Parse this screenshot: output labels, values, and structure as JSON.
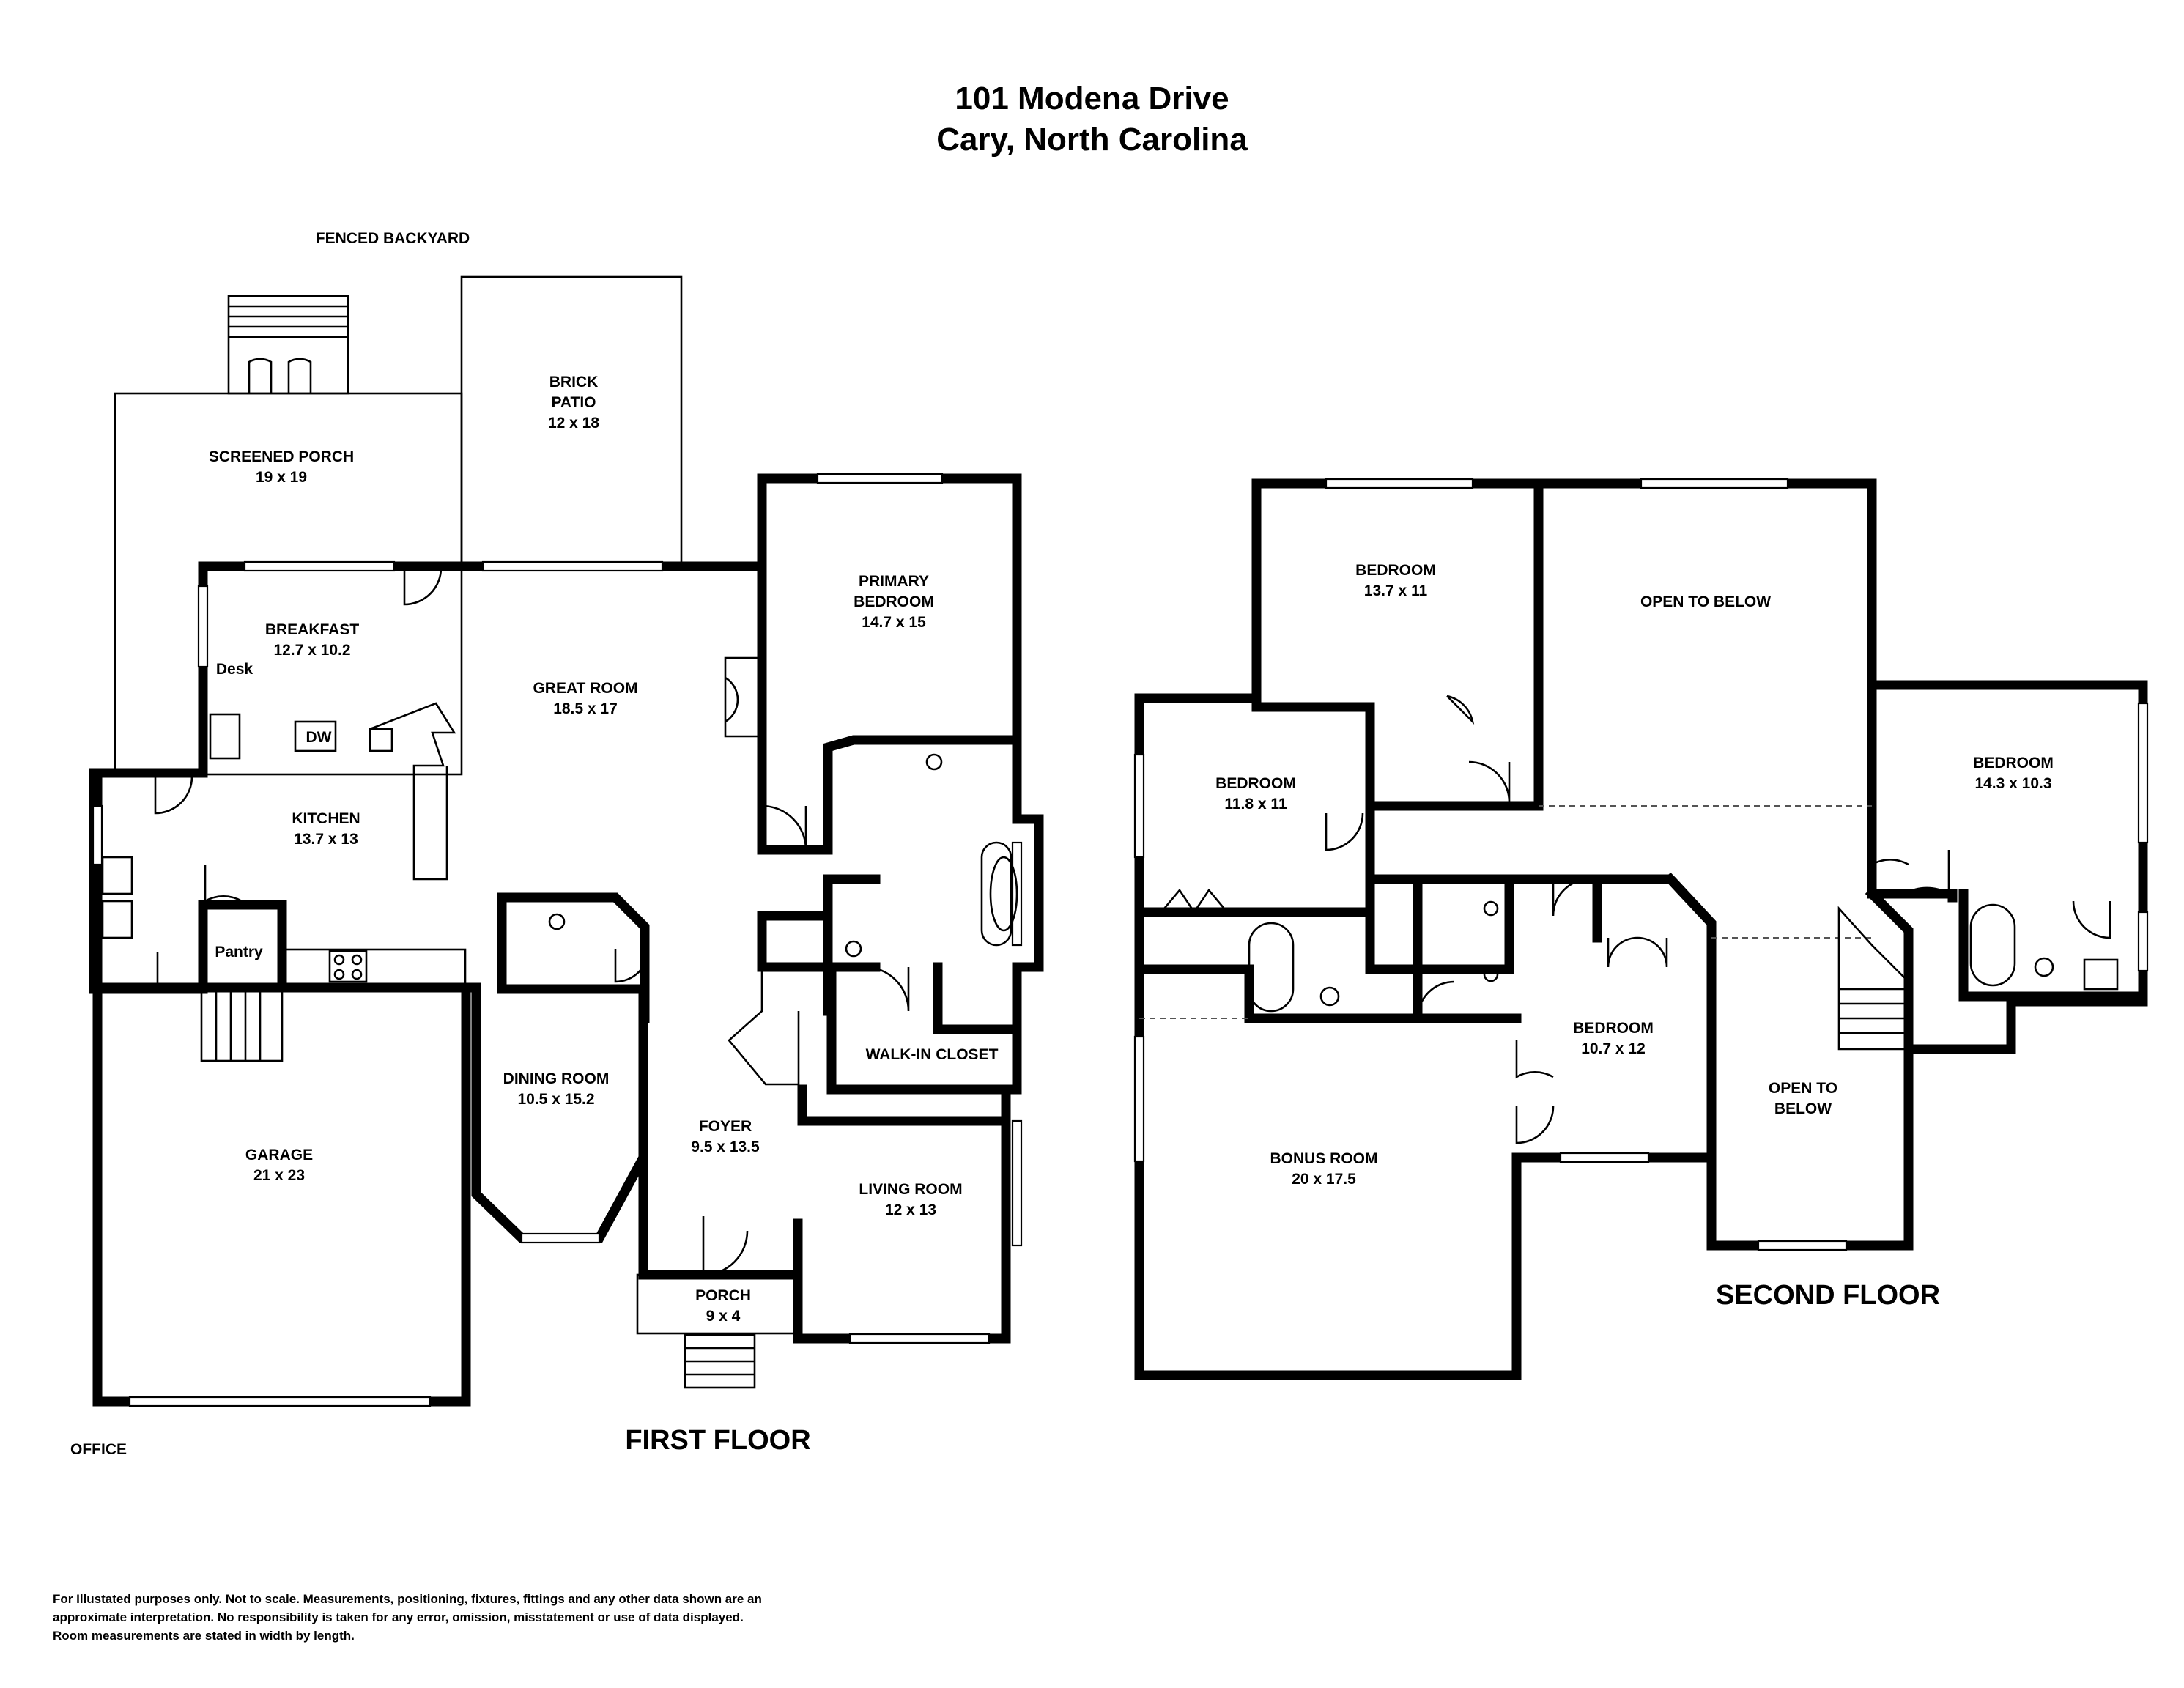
{
  "header": {
    "line1": "101 Modena Drive",
    "line2": "Cary, North Carolina"
  },
  "labels": {
    "fenced_backyard": "FENCED BACKYARD",
    "office": "OFFICE",
    "first_floor": "FIRST FLOOR",
    "second_floor": "SECOND FLOOR",
    "desk": "Desk",
    "dw": "DW",
    "pantry": "Pantry",
    "walk_in_closet": "WALK-IN CLOSET"
  },
  "rooms": {
    "screened_porch": {
      "name": "SCREENED PORCH",
      "dims": "19 x 19"
    },
    "brick_patio": {
      "name1": "BRICK",
      "name2": "PATIO",
      "dims": "12 x 18"
    },
    "breakfast": {
      "name": "BREAKFAST",
      "dims": "12.7 x 10.2"
    },
    "great_room": {
      "name": "GREAT ROOM",
      "dims": "18.5 x 17"
    },
    "primary_bedroom": {
      "name1": "PRIMARY",
      "name2": "BEDROOM",
      "dims": "14.7 x 15"
    },
    "kitchen": {
      "name": "KITCHEN",
      "dims": "13.7 x 13"
    },
    "dining_room": {
      "name": "DINING ROOM",
      "dims": "10.5 x 15.2"
    },
    "foyer": {
      "name": "FOYER",
      "dims": "9.5 x 13.5"
    },
    "garage": {
      "name": "GARAGE",
      "dims": "21 x 23"
    },
    "living_room": {
      "name": "LIVING ROOM",
      "dims": "12 x 13"
    },
    "porch": {
      "name": "PORCH",
      "dims": "9 x 4"
    },
    "bedroom_a": {
      "name": "BEDROOM",
      "dims": "13.7 x 11"
    },
    "open_to_below_a": {
      "name": "OPEN TO BELOW"
    },
    "bedroom_b": {
      "name": "BEDROOM",
      "dims": "11.8 x 11"
    },
    "bedroom_c": {
      "name": "BEDROOM",
      "dims": "14.3 x 10.3"
    },
    "bedroom_d": {
      "name": "BEDROOM",
      "dims": "10.7 x 12"
    },
    "open_to_below_b": {
      "name1": "OPEN TO",
      "name2": "BELOW"
    },
    "bonus_room": {
      "name": "BONUS ROOM",
      "dims": "20 x 17.5"
    }
  },
  "disclaimer": {
    "line1": "For Illustated purposes only. Not to scale. Measurements, positioning, fixtures, fittings and any other data shown are an",
    "line2": "approximate interpretation. No responsibility is taken for any error, omission, misstatement or use of data displayed.",
    "line3": "Room measurements are stated in width by length."
  }
}
